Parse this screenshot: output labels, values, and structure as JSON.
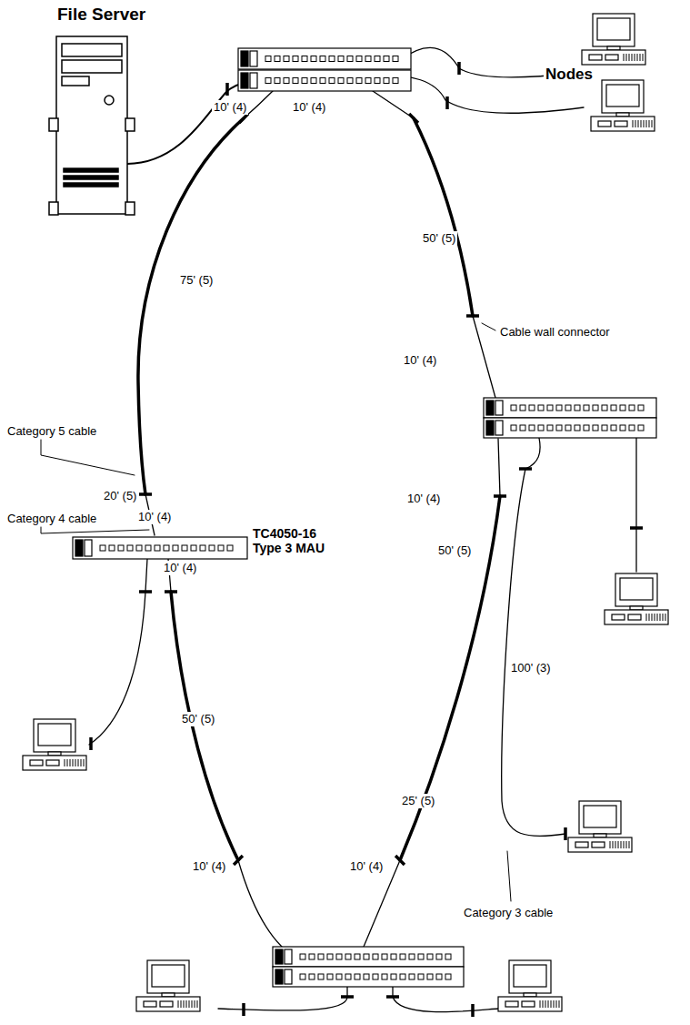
{
  "diagram": {
    "nodes": [
      {
        "text": [
          "File Server"
        ]
      },
      {
        "text": [
          "TC4050-16 Type 3 MAU"
        ]
      }
    ],
    "labels": [
      "Nodes",
      "10' (4)",
      "10' (4)",
      "50' (5)",
      "Cable wall connector",
      "10' (4)",
      "75' (5)",
      "10' (4)",
      "Category 5 cable",
      "20' (5)",
      "50' (5)",
      "Category 4 cable",
      "10' (4)",
      "10' (4)",
      "100' (3)",
      "50' (5)",
      "25' (5)",
      "Category 3 cable",
      "10' (4)",
      "10' (4)"
    ]
  }
}
